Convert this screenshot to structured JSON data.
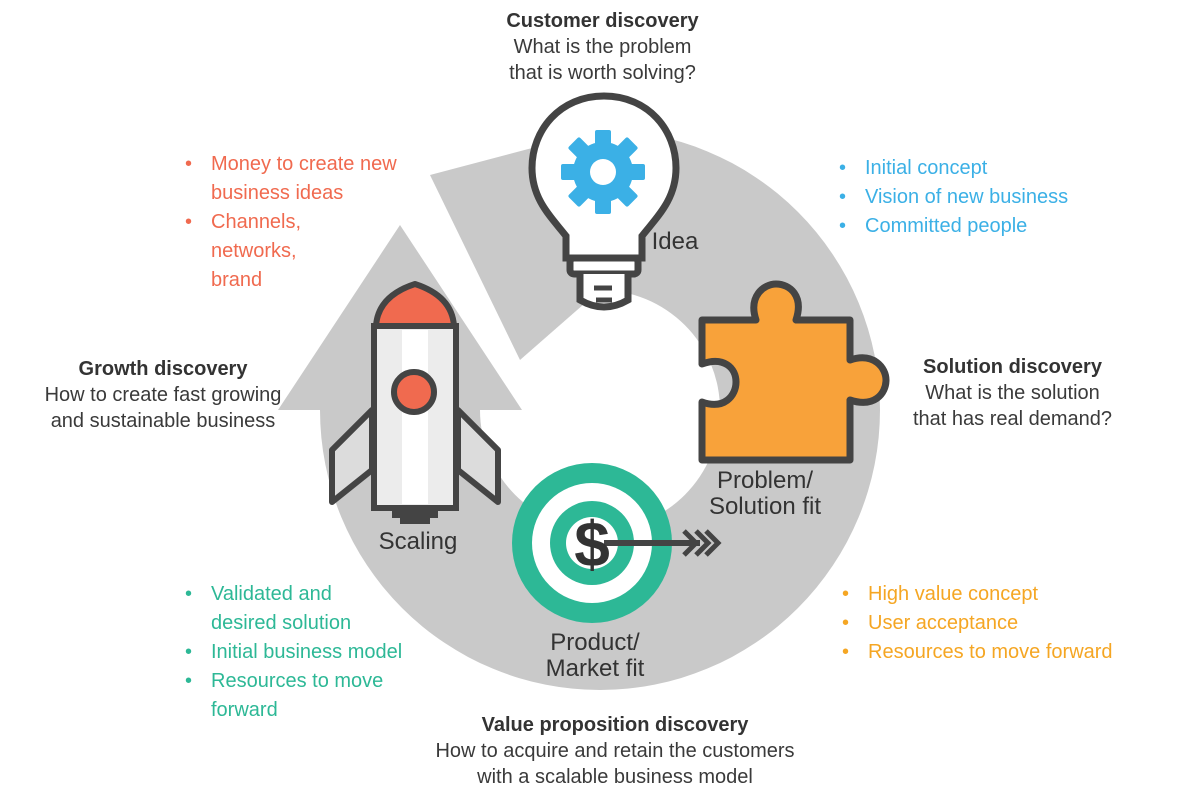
{
  "colors": {
    "ring": "#c9c9c9",
    "orange": "#f06a4f",
    "blue": "#3bb0e6",
    "green": "#2db896",
    "yellow": "#f5a623",
    "puzzle": "#f8a23a",
    "outline": "#444444",
    "text": "#333333"
  },
  "customer": {
    "title": "Customer discovery",
    "line1": "What is the problem",
    "line2": "that is worth solving?"
  },
  "solution": {
    "title": "Solution discovery",
    "line1": "What is the solution",
    "line2": "that has real demand?"
  },
  "value": {
    "title": "Value proposition discovery",
    "line1": "How to acquire and retain the customers",
    "line2": "with a scalable business model"
  },
  "growth": {
    "title": "Growth discovery",
    "line1": "How to create fast growing",
    "line2": "and sustainable business"
  },
  "lists": {
    "orange": [
      "Money to create new business ideas",
      "Channels, networks, brand"
    ],
    "blue": [
      "Initial concept",
      "Vision of new business",
      "Committed people"
    ],
    "green": [
      "Validated and desired solution",
      "Initial business model",
      "Resources to move forward"
    ],
    "yellow": [
      "High value concept",
      "User acceptance",
      "Resources to move forward"
    ]
  },
  "stages": {
    "idea": "Idea",
    "problem_line1": "Problem/",
    "problem_line2": "Solution fit",
    "product_line1": "Product/",
    "product_line2": "Market fit",
    "scaling": "Scaling"
  },
  "icons": {
    "idea": "lightbulb-gear-icon",
    "problem": "puzzle-piece-icon",
    "product": "target-dollar-icon",
    "scaling": "rocket-icon",
    "dollar_symbol": "$"
  }
}
